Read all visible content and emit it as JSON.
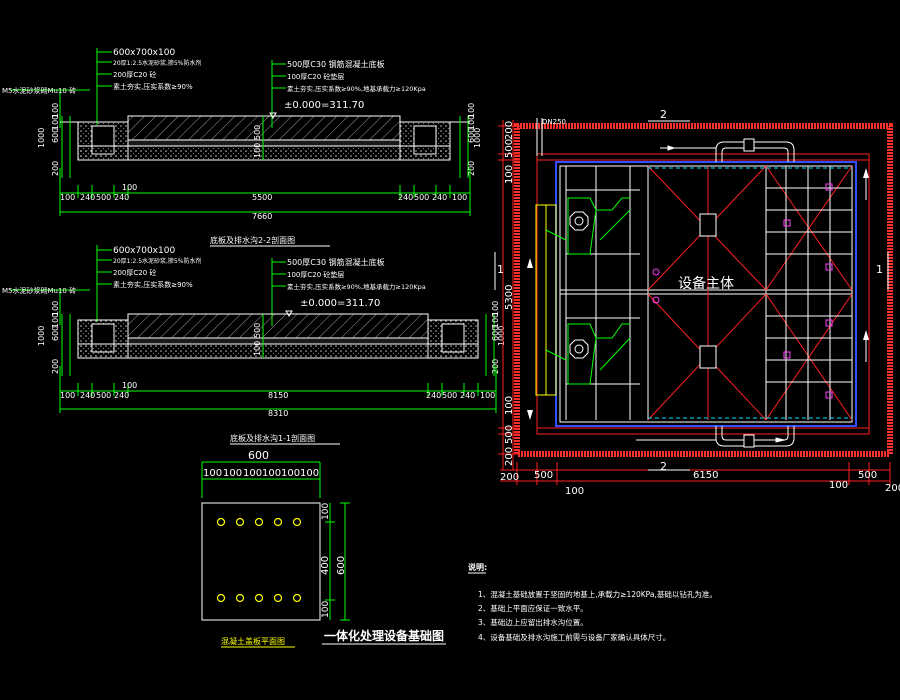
{
  "colors": {
    "background": "#000000",
    "dim": "#00ff00",
    "wall": "#ffffff",
    "outline": "#ff2020",
    "equipment": "#3050ff",
    "text": "#ffffff",
    "note": "#ffff00"
  },
  "section22": {
    "callouts_left": [
      "600x700x100",
      "20厚1:2.5水泥砂浆,掺5%防水剂",
      "200厚C20 砼",
      "素土夯实,压实系数≥90%"
    ],
    "callouts_right": [
      "500厚C30 钢筋混凝土底板",
      "100厚C20 砼垫层",
      "素土夯实,压实系数≥90%,地基承载力≥120Kpa"
    ],
    "callout_mu10": "M5水泥砂浆砌Mu10 砖",
    "elevation": "±0.000=311.70",
    "left_dims": [
      "1000",
      "600",
      "100",
      "100",
      "200"
    ],
    "right_dims": [
      "1000",
      "600",
      "100",
      "100",
      "200"
    ],
    "inner_dims": [
      "100",
      "500"
    ],
    "bottom_dims": [
      "100",
      "240",
      "500",
      "240",
      "100",
      "5500",
      "240",
      "500",
      "240",
      "100"
    ],
    "total": "7660",
    "caption": "底板及排水沟2-2剖面图"
  },
  "section11": {
    "callouts_left": [
      "600x700x100",
      "20厚1:2.5水泥砂浆,掺5%防水剂",
      "200厚C20 砼",
      "素土夯实,压实系数≥90%"
    ],
    "callouts_right": [
      "500厚C30 钢筋混凝土底板",
      "100厚C20 砼垫层",
      "素土夯实,压实系数≥90%,地基承载力≥120Kpa"
    ],
    "callout_mu10": "M5水泥砂浆砌Mu10 砖",
    "elevation": "±0.000=311.70",
    "left_dims": [
      "1000",
      "600",
      "100",
      "100",
      "200"
    ],
    "right_dims": [
      "1000",
      "600",
      "100",
      "100",
      "200"
    ],
    "inner_dims": [
      "100",
      "500"
    ],
    "bottom_dims": [
      "100",
      "240",
      "500",
      "240",
      "100",
      "8150",
      "240",
      "500",
      "240",
      "100"
    ],
    "total": "8310",
    "caption": "底板及排水沟1-1剖面图"
  },
  "plate": {
    "top_dim": "600",
    "small_dims": [
      "100",
      "100",
      "100",
      "100",
      "100",
      "100"
    ],
    "right_dims": [
      "100",
      "400",
      "100"
    ],
    "right_total": "600",
    "caption": "混凝土盖板平面图"
  },
  "main_title": "一体化处理设备基础图",
  "plan": {
    "pipe_label": "DN250",
    "section_mark_top": "2",
    "section_mark_bottom": "2",
    "section_mark_left": "1",
    "section_mark_right": "1",
    "equipment_label": "设备主体",
    "left_dims": [
      "200",
      "500",
      "100",
      "5300",
      "100",
      "500",
      "200"
    ],
    "bottom_dims": [
      "200",
      "500",
      "6150",
      "500",
      "200"
    ],
    "bottom_sub": [
      "100",
      "100"
    ]
  },
  "notes": {
    "title": "说明:",
    "items": [
      "1、混凝土基础放置于坚固的地基上,承载力≥120KPa,基础以钻孔为准。",
      "2、基础上平面应保证一致水平。",
      "3、基础边上应留出排水沟位置。",
      "4、设备基础及排水沟施工前需与设备厂家确认具体尺寸。"
    ]
  }
}
